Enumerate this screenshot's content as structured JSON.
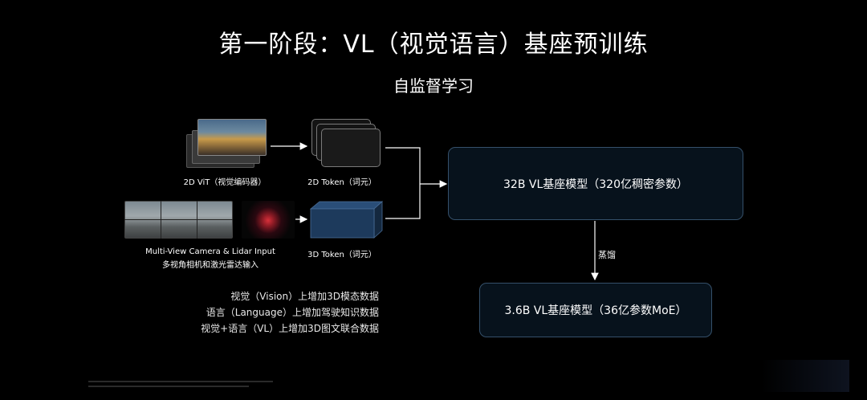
{
  "title": "第一阶段：VL（视觉语言）基座预训练",
  "subtitle": "自监督学习",
  "inputs": {
    "vit_label": "2D ViT（视觉编码器）",
    "camera_label_en": "Multi-View Camera & Lidar Input",
    "camera_label_zh": "多视角相机和激光雷达输入"
  },
  "tokens": {
    "token_2d_label": "2D Token（词元）",
    "token_3d_label": "3D Token（词元）"
  },
  "models": {
    "base_model": "32B VL基座模型（320亿稠密参数）",
    "distill_label": "蒸馏",
    "small_model": "3.6B VL基座模型（36亿参数MoE）"
  },
  "bullets": [
    "视觉（Vision）上增加3D模态数据",
    "语言（Language）上增加驾驶知识数据",
    "视觉+语言（VL）上增加3D图文联合数据"
  ],
  "colors": {
    "background": "#000000",
    "box_border": "#35506a",
    "box_fill": "#07121c",
    "token_3d": "#1d3a5c"
  }
}
